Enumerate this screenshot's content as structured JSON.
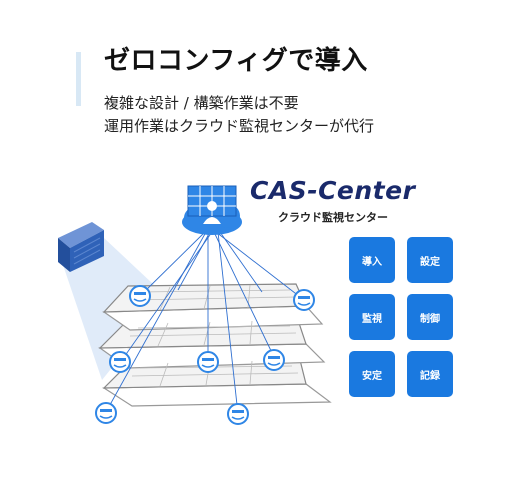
{
  "header": {
    "title": "ゼロコンフィグで導入",
    "subtitle_line1": "複雑な設計 / 構築作業は不要",
    "subtitle_line2": "運用作業はクラウド監視センターが代行"
  },
  "brand": {
    "name": "CAS-Center",
    "subtitle": "クラウド監視センター"
  },
  "features": [
    "導入",
    "設定",
    "監視",
    "制御",
    "安定",
    "記録"
  ],
  "colors": {
    "accent_bar": "#d8e8f5",
    "tile_blue": "#1a79e0",
    "cloud_blue": "#2f86e6",
    "brand_navy": "#1a2a6b",
    "building_blue": "#2f62b8",
    "beam": "#d6e4f7"
  },
  "icons": {
    "cloud": "cloud-operator-icon",
    "building": "office-building-icon",
    "device": "wireless-access-point-icon"
  }
}
